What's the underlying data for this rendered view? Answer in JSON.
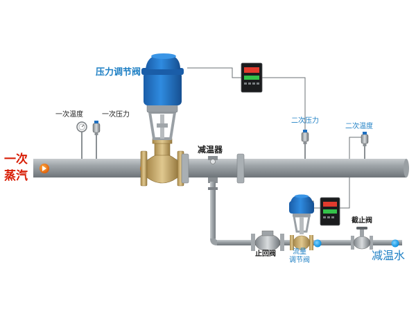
{
  "labels": {
    "inlet_steam_line1": "一次",
    "inlet_steam_line2": "蒸汽",
    "pressure_control_valve": "压力调节阀",
    "primary_temperature": "一次温度",
    "primary_pressure": "一次压力",
    "desuperheater": "减温器",
    "secondary_pressure": "二次压力",
    "secondary_temperature": "二次温度",
    "check_valve": "止回阀",
    "flow_control_valve_line1": "流量",
    "flow_control_valve_line2": "调节阀",
    "stop_valve": "截止阀",
    "desuperheating_water": "减温水"
  },
  "colors": {
    "label_blue": "#1d7fc4",
    "label_red": "#d81e06",
    "actuator_blue": "#1e6fc0",
    "pipe_grey": "#8e9499",
    "brass": "#c9a968",
    "flow_arrow": "#f07a10"
  }
}
